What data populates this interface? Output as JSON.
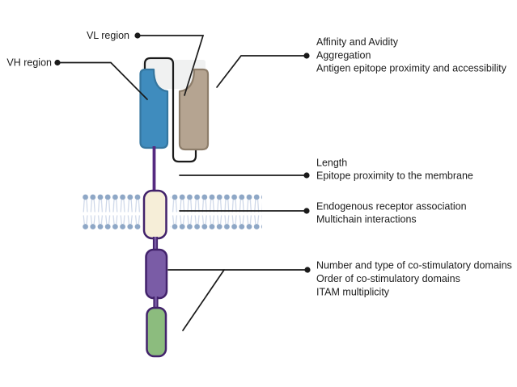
{
  "labels": {
    "vl_region": "VL region",
    "vh_region": "VH region"
  },
  "annotations": [
    {
      "lines": [
        "Affinity and Avidity",
        "Aggregation",
        "Antigen epitope proximity and accessibility"
      ]
    },
    {
      "lines": [
        "Length",
        "Epitope proximity to the membrane"
      ]
    },
    {
      "lines": [
        "Endogenous receptor association",
        "Multichain interactions"
      ]
    },
    {
      "lines": [
        "Number and type of co-stimulatory domains",
        "Order of co-stimulatory domains",
        "ITAM multiplicity"
      ]
    }
  ],
  "colors": {
    "background": "#ffffff",
    "shadow": "#f0f1f1",
    "vh_fill": "#3f8cbe",
    "vh_stroke": "#35769f",
    "vl_fill": "#b5a491",
    "vl_stroke": "#8d7d6a",
    "linker": "#1a1a1a",
    "hinge": "#552a80",
    "tm_fill": "#f6eed8",
    "domain_stroke": "#42226b",
    "costim_fill": "#7a5ca6",
    "itam_fill": "#8cbc7e",
    "lipid_head": "#8ea7c6",
    "lipid_tail": "#ccd6e8",
    "leader": "#1a1a1a",
    "text": "#1c1c1c"
  }
}
